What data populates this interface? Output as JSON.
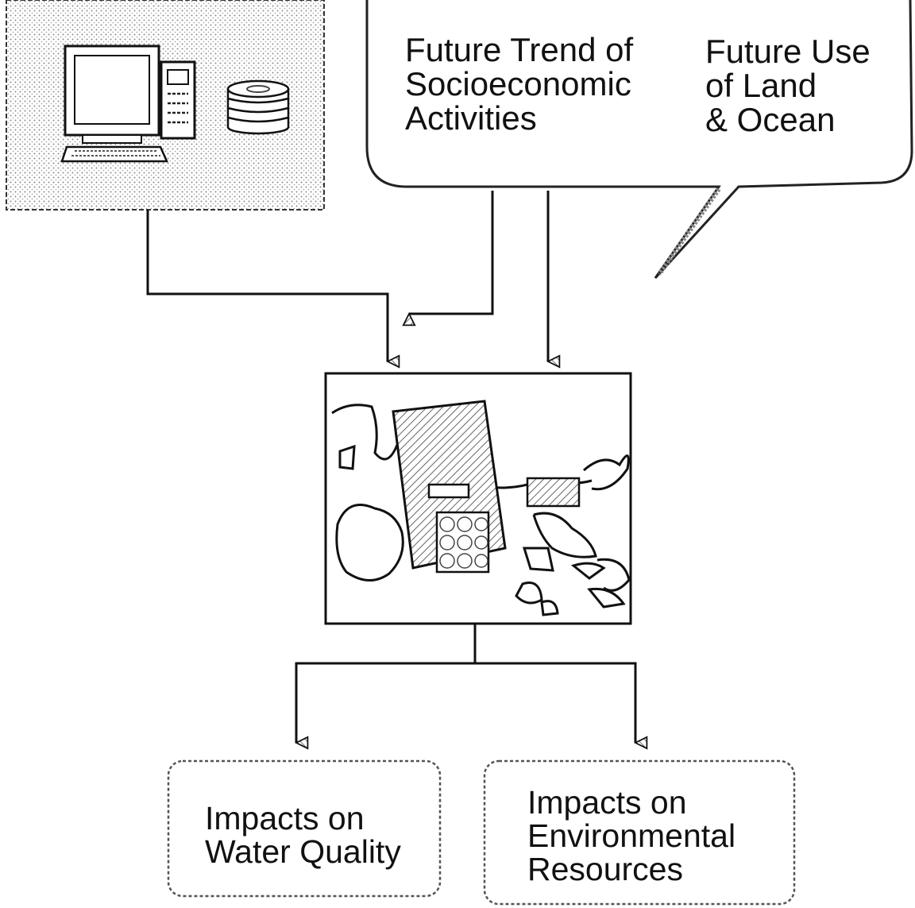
{
  "bubble": {
    "left_text": "Future Trend of\nSocioeconomic\nActivities",
    "right_text": "Future Use\nof Land\n& Ocean"
  },
  "outputs": {
    "water_quality": "Impacts  on\nWater Quality",
    "environmental": "Impacts on\nEnvironmental\nResources"
  },
  "colors": {
    "line": "#111111",
    "stipple": "#8a8a8a",
    "hatch": "#666666"
  }
}
